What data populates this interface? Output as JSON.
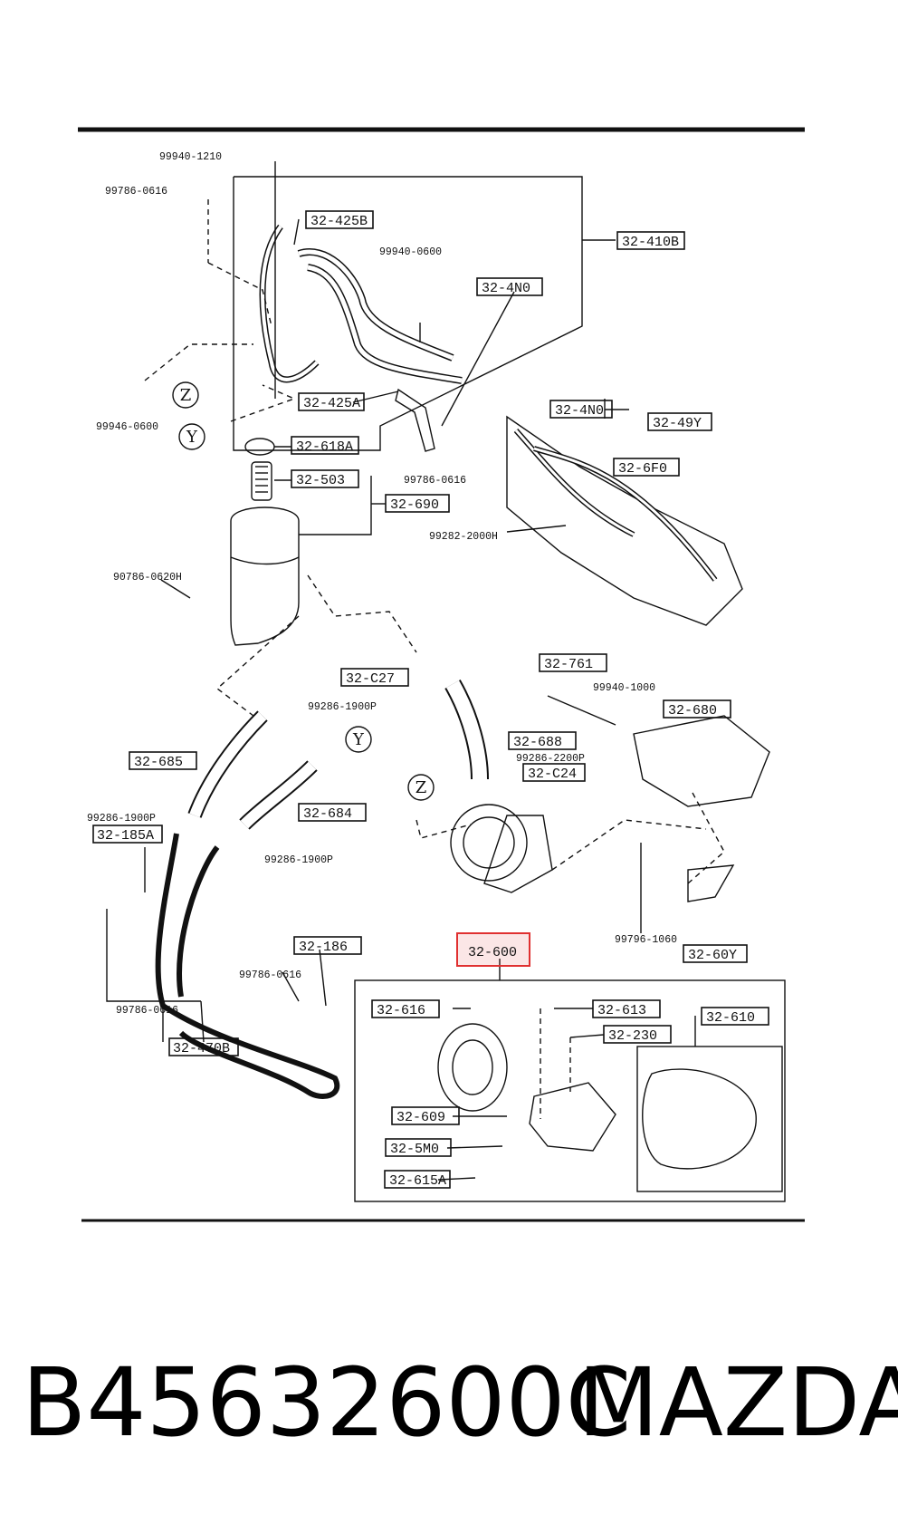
{
  "diagram": {
    "part_labels": [
      "32-425B",
      "32-410B",
      "32-4N0",
      "32-425A",
      "32-618A",
      "32-503",
      "32-690",
      "32-4N0",
      "32-49Y",
      "32-6F0",
      "32-C27",
      "32-761",
      "32-680",
      "32-685",
      "32-688",
      "32-C24",
      "32-684",
      "32-185A",
      "32-186",
      "32-60Y",
      "32-470B",
      "32-616",
      "32-613",
      "32-230",
      "32-610",
      "32-609",
      "32-5M0",
      "32-615A"
    ],
    "highlighted_part": "32-600",
    "small_part_numbers": [
      "99940-1210",
      "99786-0616",
      "99940-0600",
      "99946-0600",
      "99786-0616",
      "99282-2000H",
      "90786-0620H",
      "99940-1000",
      "99286-1900P",
      "99286-2200P",
      "99286-1900P",
      "99286-1900P",
      "99786-0616",
      "99796-1060",
      "99786-0616"
    ],
    "reference_letters": [
      "Z",
      "Y",
      "Y",
      "Z"
    ],
    "highlight_color": "#e03030"
  },
  "caption": {
    "part_number": "B45632600C",
    "brand": "MAZDA"
  }
}
